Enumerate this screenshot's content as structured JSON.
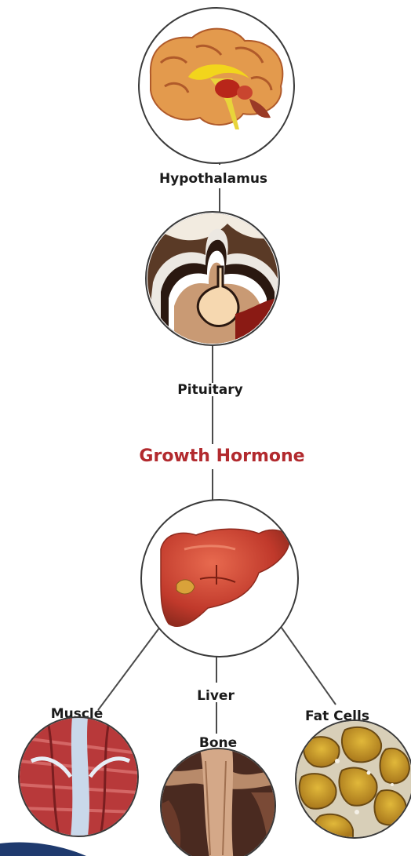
{
  "labels": {
    "hypothalamus": "Hypothalamus",
    "pituitary": "Pituitary",
    "hormone": "Growth Hormone",
    "liver": "Liver",
    "muscle": "Muscle",
    "bone": "Bone",
    "fat_cells": "Fat Cells"
  },
  "colors": {
    "hormone_text": "#b22a2e",
    "circle_stroke": "#3a3a3a",
    "liver": "#c9432f",
    "corner_band": "#1f3a6e"
  },
  "icons": [
    "brain-icon",
    "pituitary-gland-icon",
    "liver-icon",
    "muscle-tissue-icon",
    "bone-tissue-icon",
    "fat-cells-icon"
  ]
}
